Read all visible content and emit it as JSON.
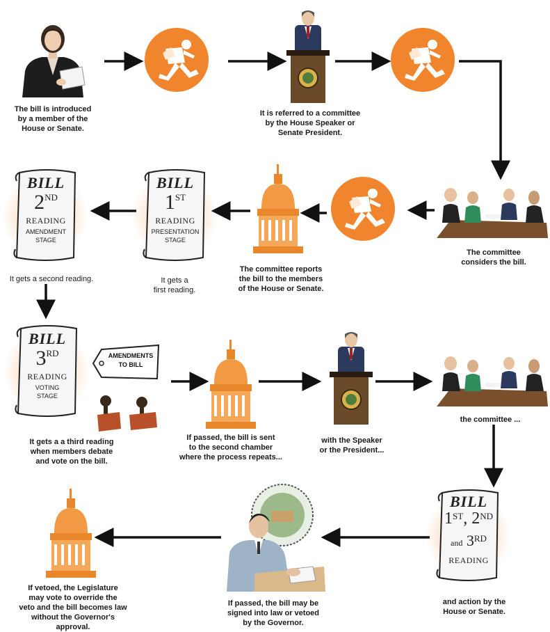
{
  "captions": {
    "introduced": "The bill is introduced\nby a member of the\nHouse or Senate.",
    "referred": "It is referred to a  committee\nby the House Speaker or\nSenate President.",
    "committee_considers": "The committee\nconsiders the bill.",
    "committee_reports": "The committee reports\nthe bill to the members\nof the House or Senate.",
    "first_reading": "It gets a\nfirst reading.",
    "second_reading": "It gets a second reading.",
    "third_reading": "It gets a a third reading\nwhen members debate\nand vote on the bill.",
    "second_chamber": "If passed, the bill is sent\nto the second chamber\nwhere the process repeats...",
    "speaker": "with the Speaker\nor the President...",
    "committee_again": "the committee ...",
    "action": "and action by the\nHouse or Senate.",
    "governor": "If passed, the bill may be\nsigned into law or vetoed\nby the Governor.",
    "override": "If vetoed, the Legislature\nmay vote to override the\nveto and the bill becomes law\nwithout the Governor's approval."
  },
  "scrolls": {
    "first": {
      "bill": "BILL",
      "num": "1",
      "sup": "ST",
      "reading": "READING",
      "stage1": "PRESENTATION",
      "stage2": "STAGE"
    },
    "second": {
      "bill": "BILL",
      "num": "2",
      "sup": "ND",
      "reading": "READING",
      "stage1": "AMENDMENT",
      "stage2": "STAGE"
    },
    "third": {
      "bill": "BILL",
      "num": "3",
      "sup": "RD",
      "reading": "READING",
      "stage1": "VOTING",
      "stage2": "STAGE"
    },
    "all": {
      "bill": "BILL",
      "n1": "1",
      "s1": "ST",
      "comma": ",",
      "n2": "2",
      "s2": "ND",
      "and": "and",
      "n3": "3",
      "s3": "RD",
      "reading": "READING"
    }
  },
  "tag": {
    "line1": "AMENDMENTS",
    "line2": "TO BILL"
  },
  "colors": {
    "accent": "#f0852d",
    "arrow": "#111111"
  }
}
